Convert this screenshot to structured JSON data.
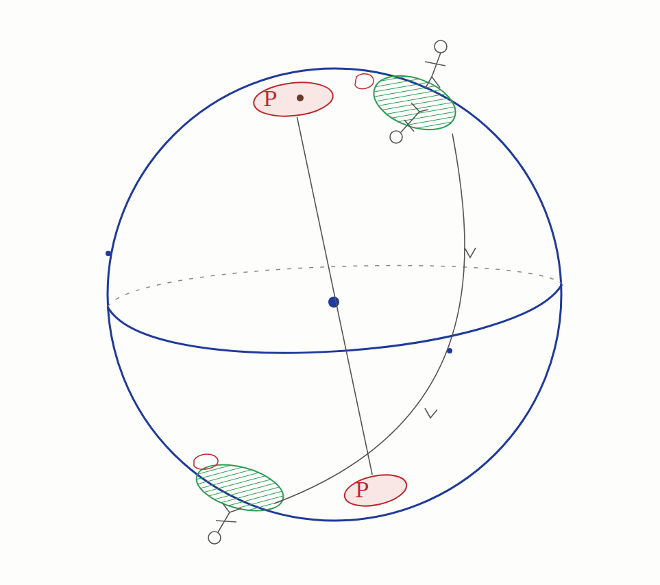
{
  "diagram": {
    "nodes": [
      {
        "text": [
          "P"
        ]
      },
      {
        "text": [
          "P"
        ]
      }
    ],
    "edges": [
      {
        "from": 0,
        "to": 1,
        "arrow": "none"
      }
    ]
  }
}
